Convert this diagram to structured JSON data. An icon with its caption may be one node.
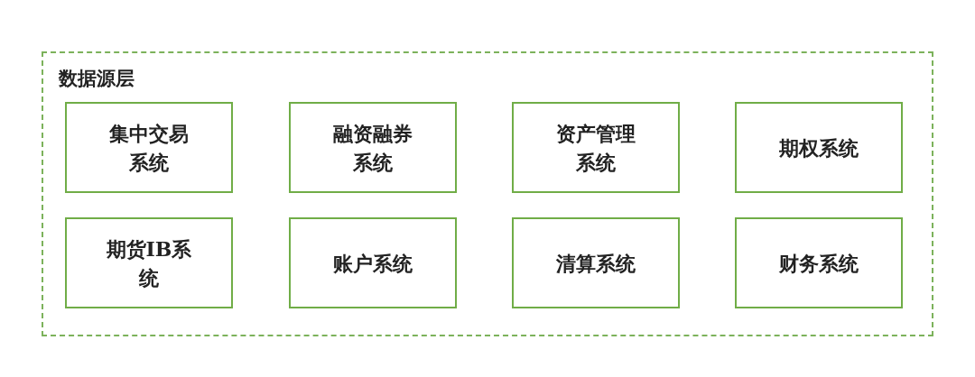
{
  "diagram": {
    "nodes": [
      {
        "text": [
          "数据源层"
        ]
      },
      {
        "text": [
          "集中交易系统"
        ],
        "in": 0
      },
      {
        "text": [
          "融资融券系统"
        ],
        "in": 0
      },
      {
        "text": [
          "资产管理系统"
        ],
        "in": 0
      },
      {
        "text": [
          "期权系统"
        ],
        "in": 0
      },
      {
        "text": [
          "期货IB系统"
        ],
        "in": 0
      },
      {
        "text": [
          "账户系统"
        ],
        "in": 0
      },
      {
        "text": [
          "清算系统"
        ],
        "in": 0
      },
      {
        "text": [
          "财务系统"
        ],
        "in": 0
      }
    ]
  }
}
